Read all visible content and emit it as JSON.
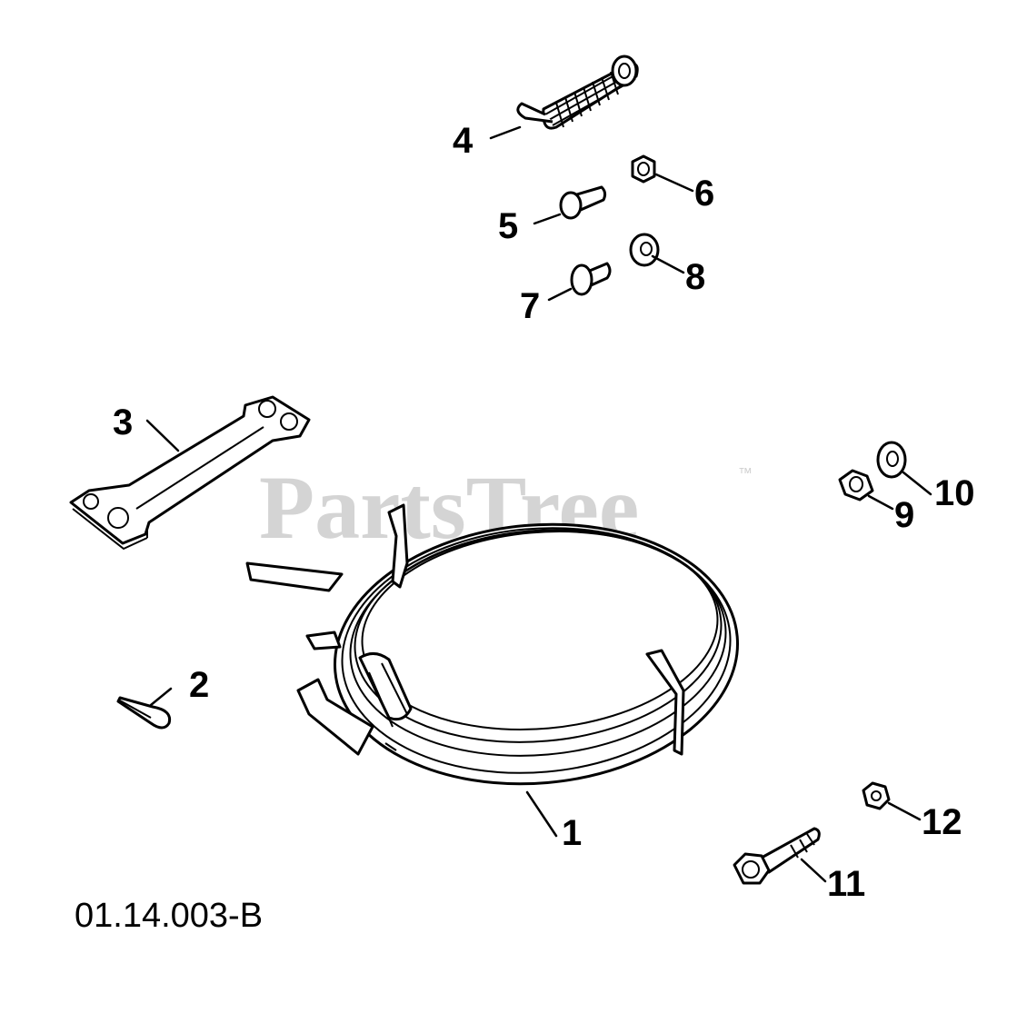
{
  "watermark": {
    "text": "PartsTree",
    "tm": "™"
  },
  "drawing_code": "01.14.003-B",
  "callouts": [
    "1",
    "2",
    "3",
    "4",
    "5",
    "6",
    "7",
    "8",
    "9",
    "10",
    "11",
    "12"
  ],
  "parts": [
    "harness-coil",
    "cotter-pin",
    "bracket-plate",
    "extension-spring",
    "clevis-pin",
    "hex-nut",
    "flat-head-pin",
    "flange-washer",
    "hex-nut",
    "flat-washer",
    "hex-bolt",
    "lock-nut"
  ]
}
